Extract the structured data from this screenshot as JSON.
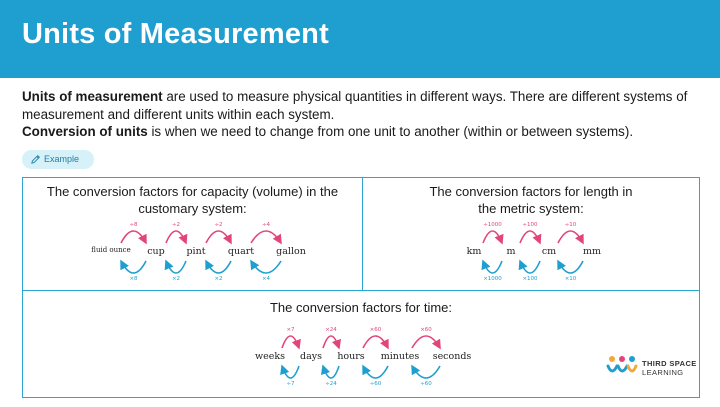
{
  "header": {
    "title": "Units of Measurement"
  },
  "intro": {
    "p1_bold": "Units of measurement",
    "p1_rest": " are used to measure physical quantities in different ways. There are different systems of measurement and different units within each system.",
    "p2_bold": "Conversion of units",
    "p2_rest": " is when we need to change from one unit to another (within or between systems)."
  },
  "badge": {
    "label": "Example",
    "icon": "pencil-icon"
  },
  "panels": {
    "capacity": {
      "title": "The conversion factors for capacity (volume) in the customary system:",
      "units": [
        "fluid ounce",
        "cup",
        "pint",
        "quart",
        "gallon"
      ],
      "top_factors": [
        "÷8",
        "÷2",
        "÷2",
        "÷4"
      ],
      "bottom_factors": [
        "×8",
        "×2",
        "×2",
        "×4"
      ]
    },
    "length": {
      "title": "The conversion factors for length in the metric system:",
      "units": [
        "km",
        "m",
        "cm",
        "mm"
      ],
      "top_factors": [
        "÷1000",
        "÷100",
        "÷10"
      ],
      "bottom_factors": [
        "×1000",
        "×100",
        "×10"
      ]
    },
    "time": {
      "title": "The conversion factors for time:",
      "units": [
        "weeks",
        "days",
        "hours",
        "minutes",
        "seconds"
      ],
      "top_factors": [
        "×7",
        "×24",
        "×60",
        "×60"
      ],
      "bottom_factors": [
        "÷7",
        "÷24",
        "÷60",
        "÷60"
      ]
    }
  },
  "logo": {
    "line1": "THIRD SPACE",
    "line2": "LEARNING"
  },
  "colors": {
    "header": "#1f9fcf",
    "top_arrow": "#e2457a",
    "bottom_arrow": "#1f9fcf",
    "border": "#2ba6d3"
  }
}
